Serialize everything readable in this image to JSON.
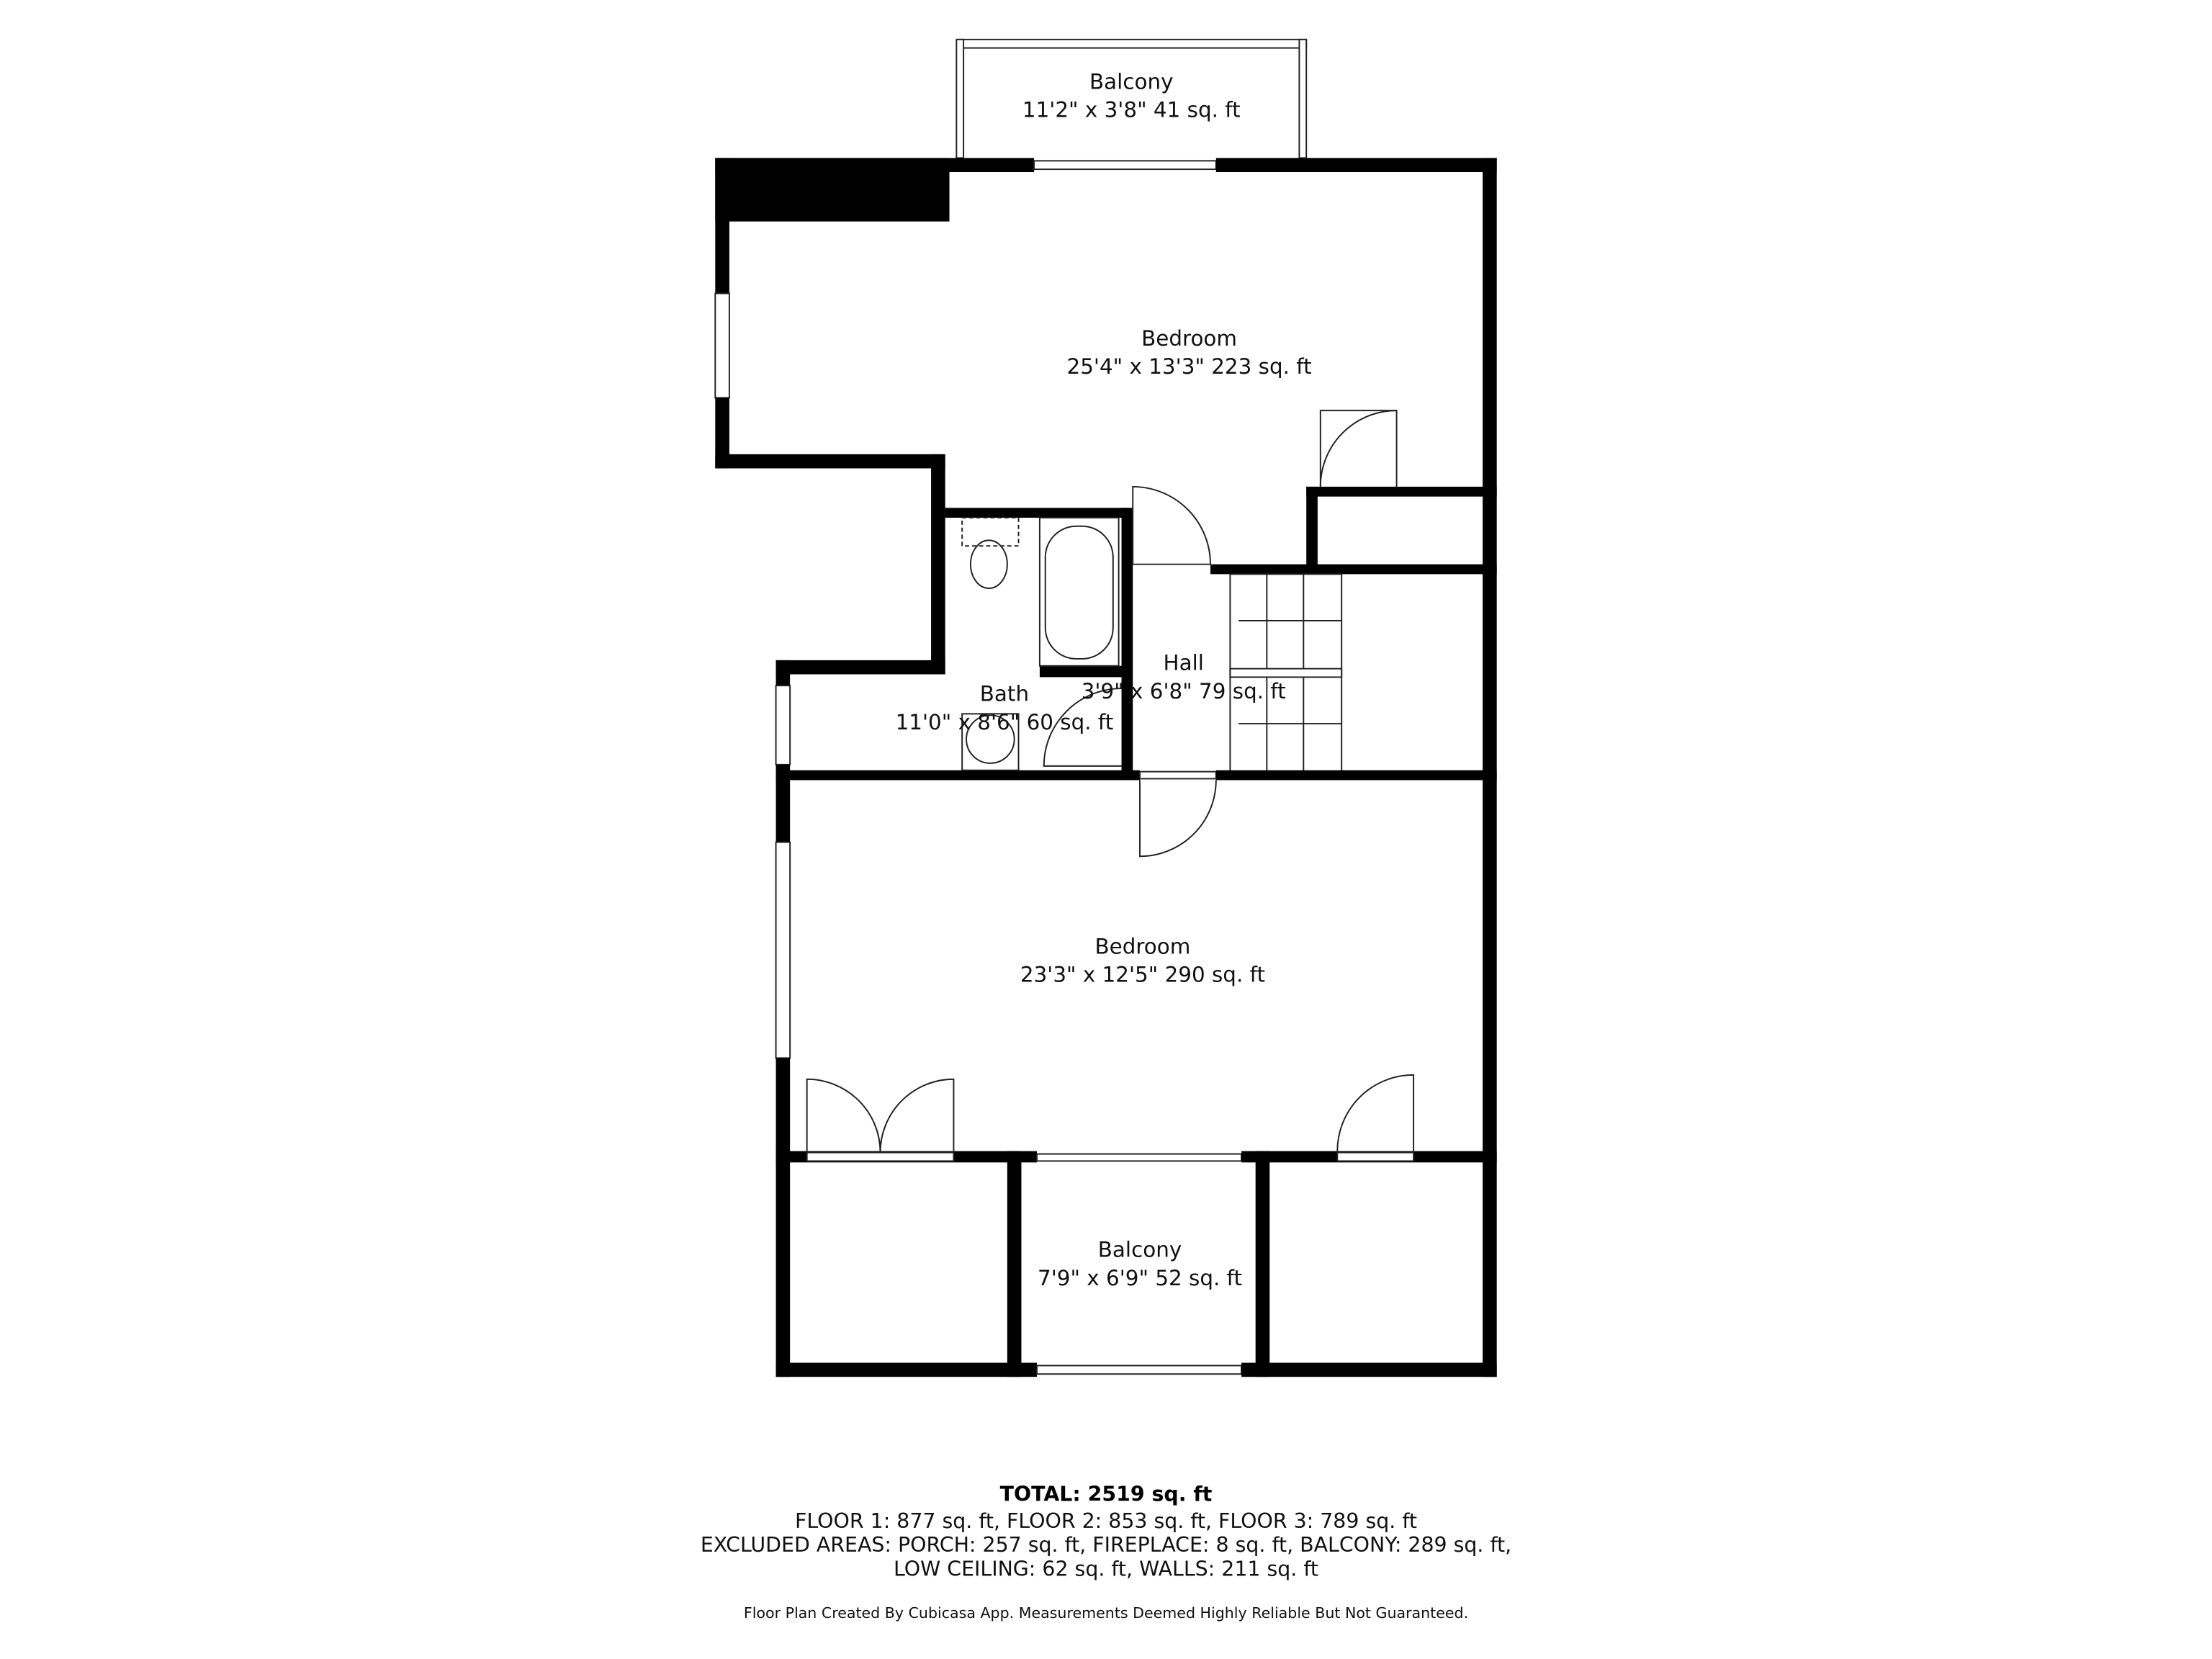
{
  "rooms": [
    {
      "name": "Balcony",
      "dims": "11'2\" x 3'8\" 41 sq. ft"
    },
    {
      "name": "Bedroom",
      "dims": "25'4\" x 13'3\" 223 sq. ft"
    },
    {
      "name": "Hall",
      "dims": "3'9\" x 6'8\" 79 sq. ft"
    },
    {
      "name": "Bath",
      "dims": "11'0\" x 8'6\" 60 sq. ft"
    },
    {
      "name": "Bedroom",
      "dims": "23'3\" x 12'5\" 290 sq. ft"
    },
    {
      "name": "Balcony",
      "dims": "7'9\" x 6'9\" 52 sq. ft"
    }
  ],
  "footer": {
    "total": "TOTAL: 2519 sq. ft",
    "floors": "FLOOR 1: 877 sq. ft, FLOOR 2: 853 sq. ft, FLOOR 3: 789 sq. ft",
    "excluded1": "EXCLUDED AREAS: PORCH: 257 sq. ft, FIREPLACE: 8 sq. ft, BALCONY: 289 sq. ft,",
    "excluded2": "LOW CEILING: 62 sq. ft, WALLS: 211 sq. ft",
    "disclaimer": "Floor Plan Created By Cubicasa App. Measurements Deemed Highly Reliable But Not Guaranteed."
  }
}
